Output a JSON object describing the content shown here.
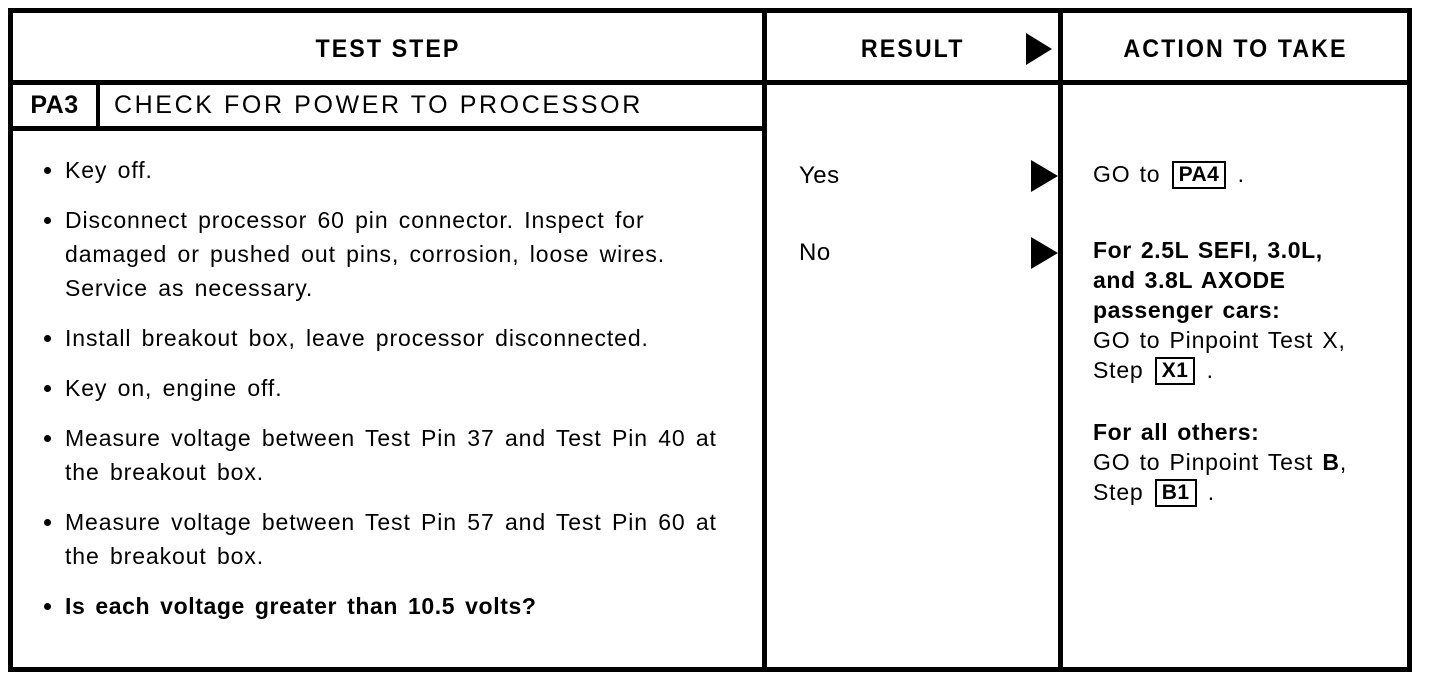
{
  "document": {
    "type": "diagnostic-pinpoint-test-table",
    "columns": [
      "TEST STEP",
      "RESULT",
      "ACTION TO TAKE"
    ]
  },
  "header": {
    "test_step": "TEST STEP",
    "result": "RESULT",
    "action": "ACTION TO TAKE",
    "result_arrow_icon": "right-triangle-icon"
  },
  "step": {
    "code": "PA3",
    "title": "CHECK FOR POWER TO PROCESSOR",
    "instructions": [
      {
        "text": "Key off.",
        "bold": false
      },
      {
        "text": "Disconnect processor 60 pin connector. Inspect for damaged or pushed out pins, corrosion, loose wires. Service as necessary.",
        "bold": false
      },
      {
        "text": "Install breakout box, leave processor disconnected.",
        "bold": false
      },
      {
        "text": "Key on, engine off.",
        "bold": false
      },
      {
        "text": "Measure voltage between Test Pin 37 and Test Pin 40 at the breakout box.",
        "bold": false
      },
      {
        "text": "Measure voltage between Test Pin 57 and Test Pin 60 at the breakout box.",
        "bold": false
      },
      {
        "text": "Is each voltage greater than 10.5 volts?",
        "bold": true
      }
    ]
  },
  "results": [
    {
      "label": "Yes",
      "arrow_icon": "right-triangle-icon"
    },
    {
      "label": "No",
      "arrow_icon": "right-triangle-icon"
    }
  ],
  "actions": {
    "yes": {
      "prefix": "GO to",
      "ref": "PA4",
      "suffix": "."
    },
    "no": {
      "condition_1": {
        "heading_line_1": "For 2.5L SEFI, 3.0L,",
        "heading_line_2": "and 3.8L AXODE",
        "heading_line_3": "passenger cars:",
        "body_line_1": "GO to Pinpoint Test X,",
        "body_prefix": "Step",
        "ref": "X1",
        "body_suffix": "."
      },
      "condition_2": {
        "heading_line_1": "For all others:",
        "body_line_1_a": "GO to Pinpoint Test",
        "body_line_1_b": "B",
        "body_line_1_c": ",",
        "body_prefix": "Step",
        "ref": "B1",
        "body_suffix": "."
      }
    }
  },
  "colors": {
    "ink": "#000000",
    "paper": "#ffffff"
  }
}
